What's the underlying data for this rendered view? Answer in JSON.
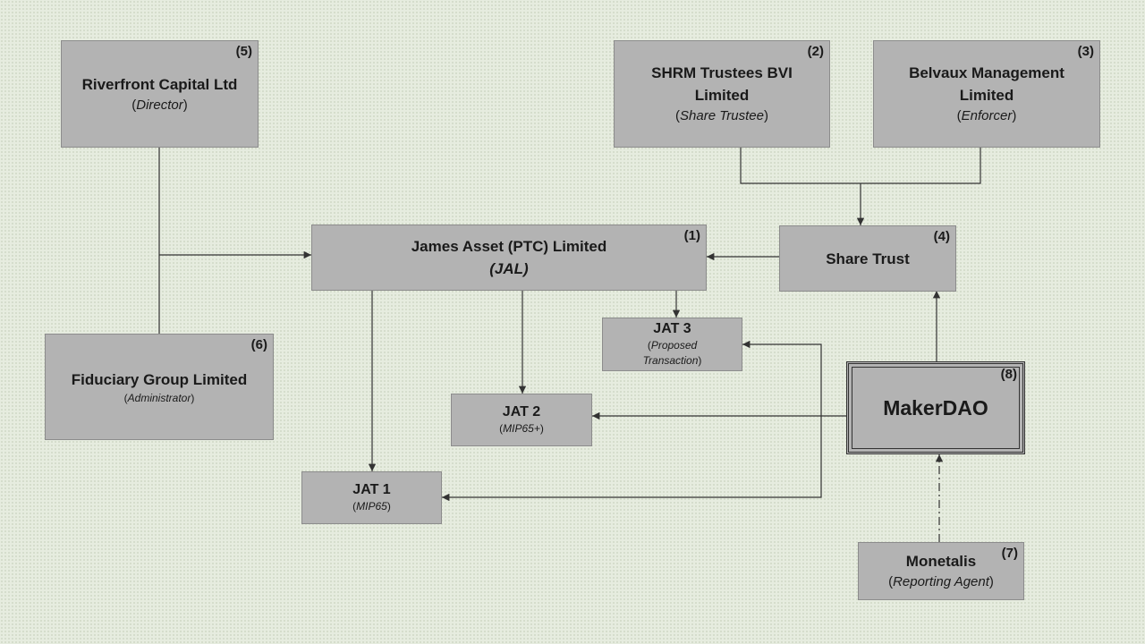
{
  "entities": {
    "riverfront": {
      "number": "(5)",
      "name": "Riverfront Capital Ltd",
      "role": "Director"
    },
    "shrm": {
      "number": "(2)",
      "name_line1": "SHRM Trustees BVI",
      "name_line2": "Limited",
      "role": "Share Trustee"
    },
    "belvaux": {
      "number": "(3)",
      "name_line1": "Belvaux Management",
      "name_line2": "Limited",
      "role": "Enforcer"
    },
    "jal": {
      "number": "(1)",
      "name": "James Asset (PTC) Limited",
      "short": "(JAL)"
    },
    "share_trust": {
      "number": "(4)",
      "name": "Share Trust"
    },
    "fiduciary": {
      "number": "(6)",
      "name": "Fiduciary Group Limited",
      "role": "Administrator"
    },
    "jat3": {
      "name": "JAT 3",
      "role_line1": "Proposed",
      "role_line2": "Transaction"
    },
    "jat2": {
      "name": "JAT 2",
      "role": "MIP65+"
    },
    "jat1": {
      "name": "JAT 1",
      "role": "MIP65"
    },
    "makerdao": {
      "number": "(8)",
      "name": "MakerDAO"
    },
    "monetalis": {
      "number": "(7)",
      "name": "Monetalis",
      "role": "Reporting Agent"
    }
  },
  "colors": {
    "box_fill": "#b3b3b3",
    "box_border": "#8c8c8c",
    "line": "#333333",
    "background": "#e6ecdf"
  }
}
